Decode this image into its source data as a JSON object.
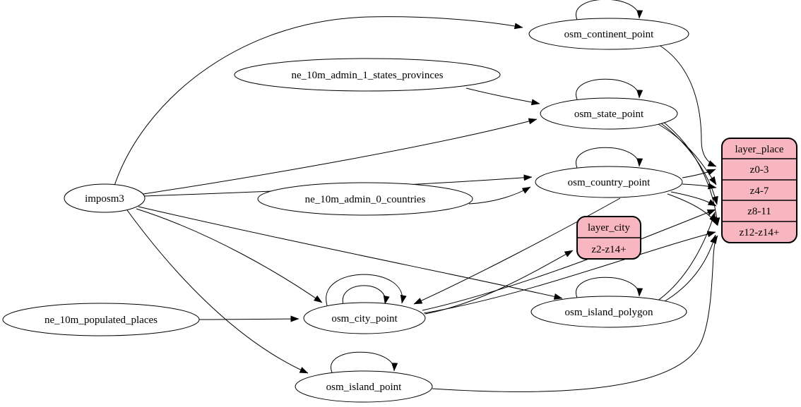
{
  "diagram": {
    "type": "dependency-graph",
    "background": "#ffffff",
    "colors": {
      "table_node_fill": "#ffffff",
      "layer_node_fill": "#f8b7c0",
      "stroke": "#000000"
    },
    "nodes": {
      "imposm3": "imposm3",
      "ne_admin1": "ne_10m_admin_1_states_provinces",
      "ne_admin0": "ne_10m_admin_0_countries",
      "ne_populated": "ne_10m_populated_places",
      "continent": "osm_continent_point",
      "state": "osm_state_point",
      "country": "osm_country_point",
      "island_polygon": "osm_island_polygon",
      "city": "osm_city_point",
      "island_point": "osm_island_point"
    },
    "layer_city": {
      "title": "layer_city",
      "rows": [
        "z2-z14+"
      ]
    },
    "layer_place": {
      "title": "layer_place",
      "rows": [
        "z0-3",
        "z4-7",
        "z8-11",
        "z12-z14+"
      ]
    },
    "edges": [
      {
        "from": "imposm3",
        "to": "osm_continent_point"
      },
      {
        "from": "imposm3",
        "to": "osm_state_point"
      },
      {
        "from": "imposm3",
        "to": "osm_country_point"
      },
      {
        "from": "imposm3",
        "to": "osm_city_point"
      },
      {
        "from": "imposm3",
        "to": "osm_island_polygon"
      },
      {
        "from": "imposm3",
        "to": "osm_island_point"
      },
      {
        "from": "ne_10m_admin_1_states_provinces",
        "to": "osm_state_point"
      },
      {
        "from": "ne_10m_admin_0_countries",
        "to": "osm_country_point"
      },
      {
        "from": "ne_10m_populated_places",
        "to": "osm_city_point"
      },
      {
        "from": "osm_country_point",
        "to": "osm_city_point"
      },
      {
        "from": "osm_continent_point",
        "to": "osm_continent_point"
      },
      {
        "from": "osm_state_point",
        "to": "osm_state_point"
      },
      {
        "from": "osm_country_point",
        "to": "osm_country_point"
      },
      {
        "from": "osm_city_point",
        "to": "osm_city_point"
      },
      {
        "from": "osm_city_point",
        "to": "osm_city_point"
      },
      {
        "from": "osm_island_polygon",
        "to": "osm_island_polygon"
      },
      {
        "from": "osm_island_point",
        "to": "osm_island_point"
      },
      {
        "from": "osm_continent_point",
        "to": "layer_place:z0-3"
      },
      {
        "from": "osm_country_point",
        "to": "layer_place:z0-3"
      },
      {
        "from": "osm_country_point",
        "to": "layer_place:z4-7"
      },
      {
        "from": "osm_country_point",
        "to": "layer_place:z8-11"
      },
      {
        "from": "osm_country_point",
        "to": "layer_place:z12-z14+"
      },
      {
        "from": "osm_state_point",
        "to": "layer_place:z4-7"
      },
      {
        "from": "osm_state_point",
        "to": "layer_place:z8-11"
      },
      {
        "from": "osm_state_point",
        "to": "layer_place:z12-z14+"
      },
      {
        "from": "osm_city_point",
        "to": "layer_city:z2-z14+"
      },
      {
        "from": "osm_city_point",
        "to": "layer_place:z8-11"
      },
      {
        "from": "osm_city_point",
        "to": "layer_place:z12-z14+"
      },
      {
        "from": "osm_island_polygon",
        "to": "layer_place:z8-11"
      },
      {
        "from": "osm_island_polygon",
        "to": "layer_place:z12-z14+"
      },
      {
        "from": "osm_island_point",
        "to": "layer_place:z12-z14+"
      }
    ]
  }
}
